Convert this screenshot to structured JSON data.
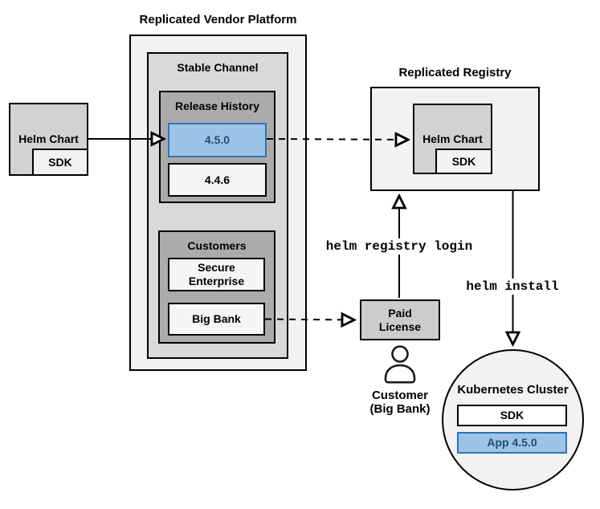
{
  "colors": {
    "panel_light": "#F2F2F2",
    "panel_medium": "#D9D9D9",
    "panel_dark": "#ABABAB",
    "panel_gray": "#D2D2D2",
    "license_gray": "#CCCCCC",
    "highlight_fill": "#9DC3E6",
    "highlight_border": "#2E75B6",
    "highlight_text": "#1F4E79"
  },
  "platform": {
    "title": "Replicated Vendor Platform",
    "stable_channel": {
      "title": "Stable Channel",
      "release_history": {
        "title": "Release History",
        "releases": [
          {
            "version": "4.5.0",
            "highlighted": true
          },
          {
            "version": "4.4.6",
            "highlighted": false
          }
        ]
      },
      "customers": {
        "title": "Customers",
        "items": [
          {
            "name": "Secure Enterprise"
          },
          {
            "name": "Big Bank"
          }
        ]
      }
    }
  },
  "source": {
    "helm_chart": "Helm Chart",
    "sdk": "SDK"
  },
  "registry": {
    "title": "Replicated Registry",
    "helm_chart": "Helm Chart",
    "sdk": "SDK"
  },
  "license": {
    "label": "Paid License"
  },
  "customer": {
    "name": "Customer",
    "org": "(Big Bank)"
  },
  "cluster": {
    "title": "Kubernetes Cluster",
    "sdk": "SDK",
    "app": "App 4.5.0"
  },
  "commands": {
    "registry_login": "helm registry login",
    "install": "helm install"
  }
}
